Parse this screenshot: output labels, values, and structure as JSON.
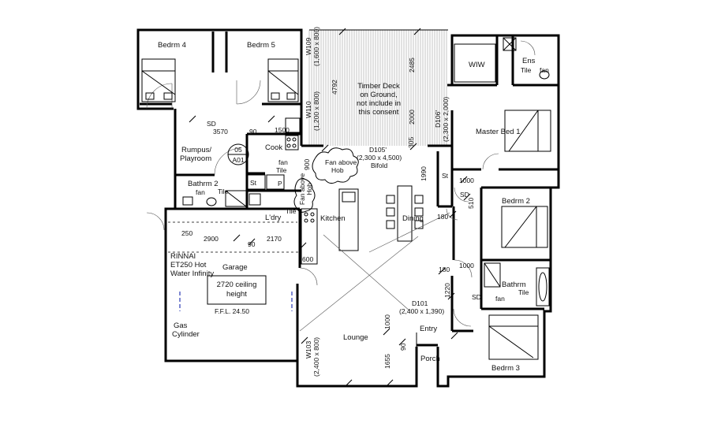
{
  "rooms": {
    "bedrm4": "Bedrm 4",
    "bedrm5": "Bedrm 5",
    "wiw": "WIW",
    "ens": "Ens",
    "master": "Master Bed 1",
    "deck1": "Timber Deck",
    "deck2": "on Ground,",
    "deck3": "not include in",
    "deck4": "this consent",
    "rumpus1": "Rumpus/",
    "rumpus2": "Playroom",
    "cook": "Cook",
    "bathrm2": "Bathrm 2",
    "ldry": "L'dry",
    "kitchen": "Kitchen",
    "dining": "Dining",
    "bedrm2": "Bedrm 2",
    "garage": "Garage",
    "bathrm": "Bathrm",
    "lounge": "Lounge",
    "entry": "Entry",
    "porch": "Porch",
    "bedrm3": "Bedrm 3"
  },
  "marks": {
    "sd": "SD",
    "fan": "fan",
    "tile": "Tile",
    "st": "St",
    "p": "P",
    "section_no": "05",
    "section_ref": "A01",
    "fan_hob1": "Fan above",
    "fan_hob2": "Hob"
  },
  "notes": {
    "rinnai1": "RINNAI",
    "rinnai2": "ET250 Hot",
    "rinnai3": "Water Infinity",
    "ceiling1": "2720 ceiling",
    "ceiling2": "height",
    "ffl": "F.F.L.  24.50",
    "gas1": "Gas",
    "gas2": "Cylinder"
  },
  "dims": {
    "d3570": "3570",
    "d90a": "90",
    "d1500": "1500",
    "d4792": "4792",
    "d2485": "2485",
    "d2000": "2000",
    "d305": "305",
    "d900": "900",
    "d1990": "1990",
    "d1000a": "1000",
    "d510": "510",
    "d180a": "180",
    "d250": "250",
    "d2900": "2900",
    "d90b": "90",
    "d2170": "2170",
    "d600": "600",
    "d180b": "180",
    "d1000b": "1000",
    "d1220": "1220",
    "d1000c": "1000",
    "d90c": "90",
    "d1655": "1655"
  },
  "openings": {
    "w109a": "W109",
    "w109b": "(1,600 x 800)",
    "w110a": "W110",
    "w110b": "(1,200 x 800)",
    "d106a": "D106'",
    "d106b": "(2,300 x 2,000)",
    "d105a": "D105'",
    "d105b": "(2,300 x 4,500)",
    "d105c": "Bifold",
    "d101a": "D101",
    "d101b": "(2,400 x 1,390)",
    "w103a": "W103",
    "w103b": "(2,400 x 800)"
  }
}
